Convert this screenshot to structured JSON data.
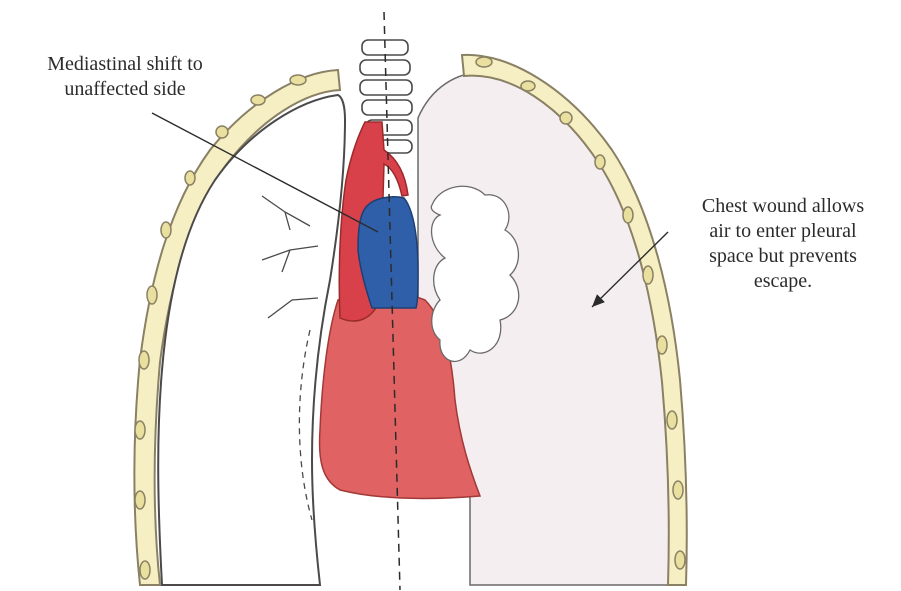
{
  "labels": {
    "mediastinal_shift": [
      "Mediastinal shift to",
      "unaffected side"
    ],
    "chest_wound": [
      "Chest wound allows",
      "air to enter pleural",
      "space but prevents",
      "escape."
    ]
  },
  "colors": {
    "background": "#ffffff",
    "rib_fill": "#f6efc4",
    "rib_stroke": "#8a8064",
    "collapsed_lung_outline": "#4a4a4a",
    "heart_fill": "#e06262",
    "great_vessel_fill": "#d8404a",
    "vena_cava_fill": "#2f5fa8",
    "tension_side_fill": "#f4eef0",
    "text": "#2b2b2b"
  },
  "icons": [
    "thoracic-cage",
    "spine",
    "collapsed-lung",
    "heart",
    "great-vessels",
    "vena-cava",
    "tension-pneumothorax-space",
    "midline",
    "leader-arrow"
  ]
}
